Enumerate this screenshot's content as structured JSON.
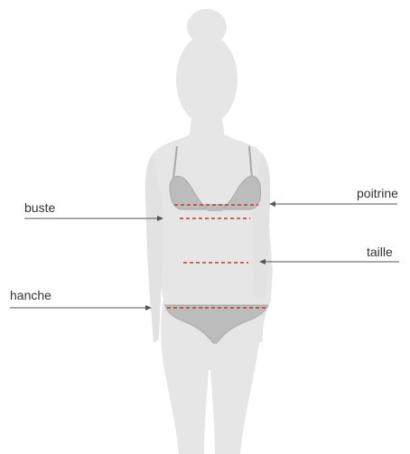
{
  "labels": {
    "buste": "buste",
    "poitrine": "poitrine",
    "taille": "taille",
    "hanche": "hanche"
  },
  "colors": {
    "body": "#e6e6e6",
    "garment": "#bcbcbc",
    "garment_edge": "#a8a8a8",
    "measure_line": "#c0392b",
    "leader_line": "#555555",
    "text": "#333333"
  }
}
